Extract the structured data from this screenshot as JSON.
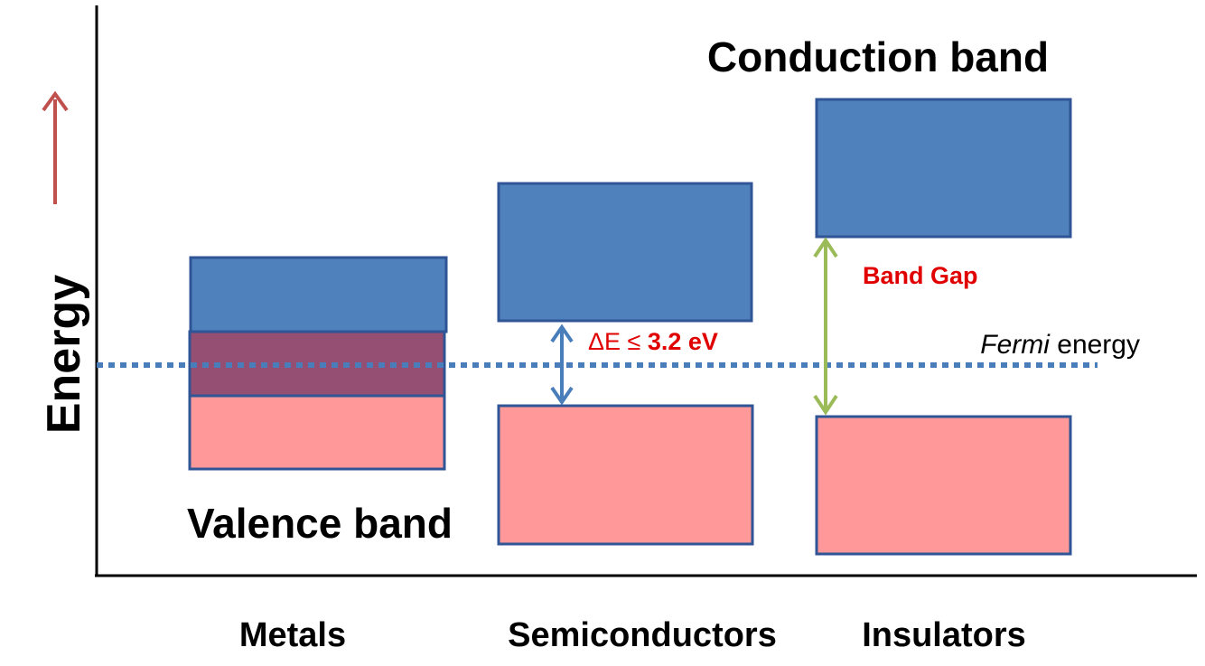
{
  "y_axis_label": "Energy",
  "x_labels": {
    "metals": "Metals",
    "semiconductors": "Semiconductors",
    "insulators": "Insulators"
  },
  "conduction_band_label": "Conduction band",
  "valence_band_label": "Valence band",
  "gap_annotation": {
    "prefix": "ΔE ≤ ",
    "value": "3.2 eV"
  },
  "band_gap_label": "Band Gap",
  "fermi_label": {
    "italic": "Fermi",
    "rest": " energy"
  },
  "colors": {
    "conduction": "#4F81BD",
    "valence": "#FF9999",
    "overlap": "#954F72",
    "border": "#2F5597",
    "fermi_line": "#4A7EBB",
    "gap_arrow_semiconductor": "#4A7EBB",
    "gap_arrow_insulator": "#9BBB59",
    "energy_arrow": "#C0504D",
    "annotation_red": "#E00000"
  }
}
